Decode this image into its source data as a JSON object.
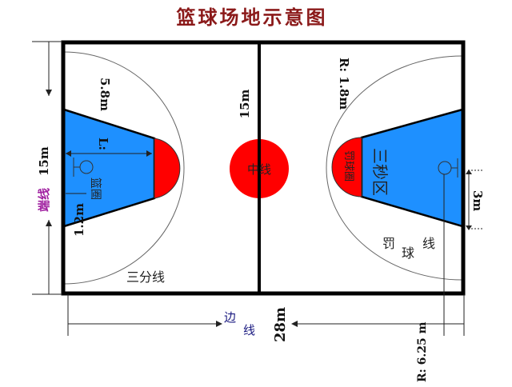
{
  "title": "篮球场地示意图",
  "colors": {
    "title": "#8b1a1a",
    "key": "#1e90ff",
    "circle": "#ff0000",
    "end_line_label": "#a020a0",
    "side_line_label": "#1a1a80"
  },
  "labels": {
    "three_point_left": "5.8m",
    "key_length": "L:",
    "center_width": "15m",
    "end_line": "端线",
    "end_width": "15m",
    "hoop_offset": "1.2m",
    "hoop": "篮圈",
    "three_point_line": "三分线",
    "center_line": "中线",
    "ft_radius": "R:  1.8m",
    "ft_circle": "罚球圈",
    "three_sec": "三秒区",
    "ft_line": [
      "罚",
      "球",
      "线"
    ],
    "key_half": "3m",
    "side_line": [
      "边",
      "线"
    ],
    "length": "28m",
    "three_radius": "R:  6.25  m"
  }
}
